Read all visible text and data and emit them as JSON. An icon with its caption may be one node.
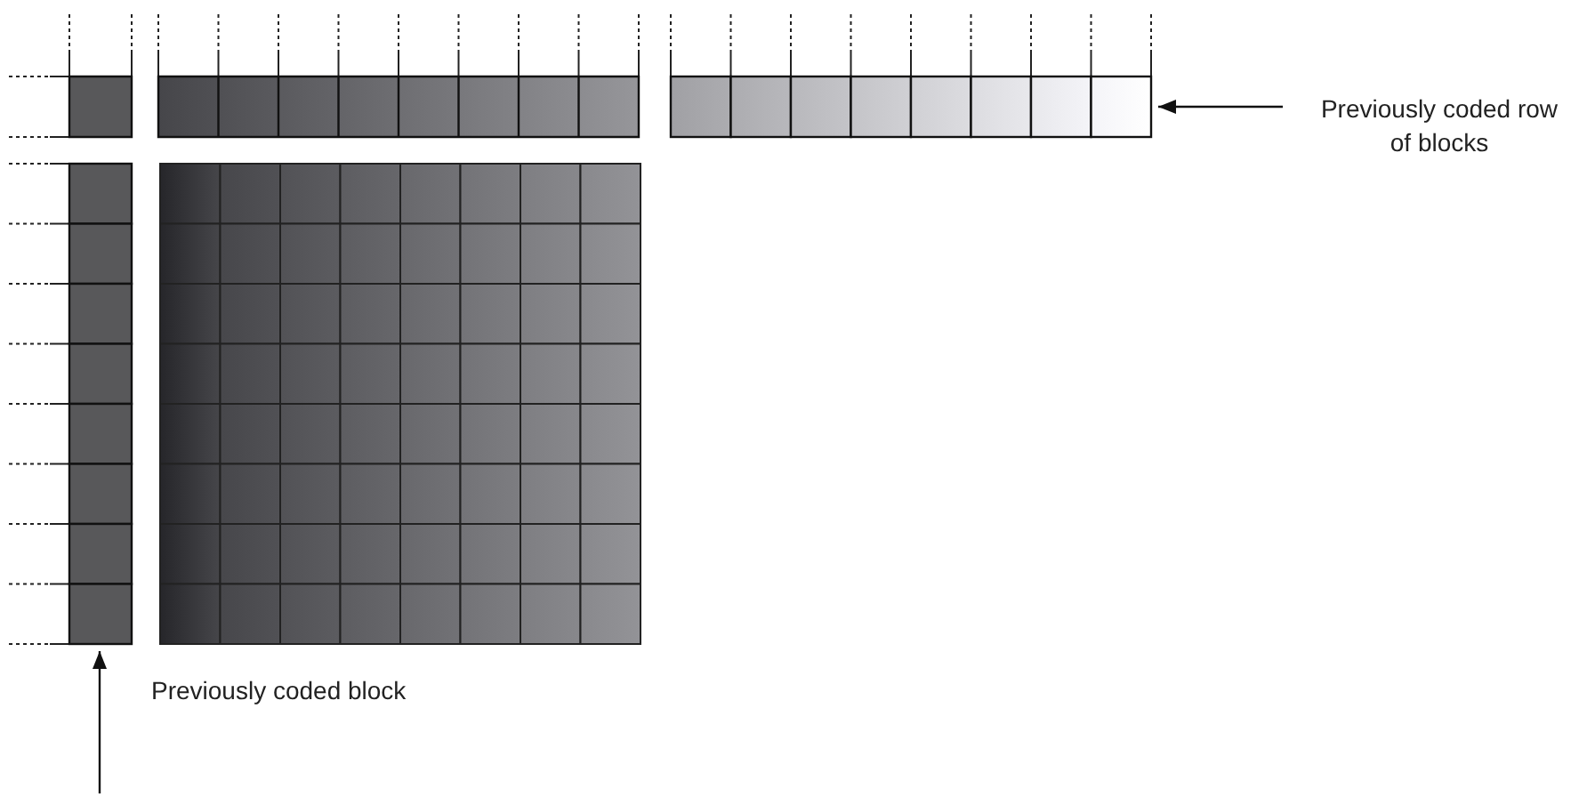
{
  "diagram": {
    "nodes": [
      {
        "text": [
          "Previously coded row of blocks"
        ]
      },
      {
        "text": [],
        "shape": "box"
      },
      {
        "text": [],
        "shape": "box"
      }
    ],
    "edges": [
      {
        "from": 0,
        "to": 1,
        "arrow": "to"
      },
      {
        "from": null,
        "to": 2,
        "arrow": "to"
      }
    ],
    "labels": [
      "Previously coded block"
    ]
  }
}
